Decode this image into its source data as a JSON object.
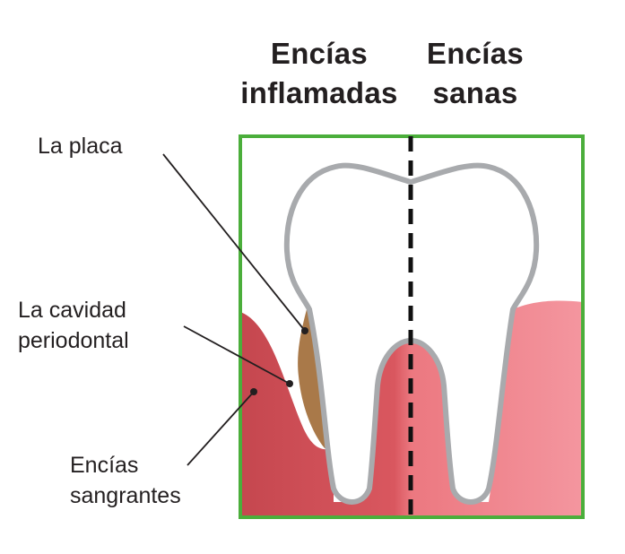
{
  "headers": {
    "inflamed": {
      "line1": "Encías",
      "line2": "inflamadas"
    },
    "healthy": {
      "line1": "Encías",
      "line2": "sanas"
    }
  },
  "labels": {
    "plaque": "La placa",
    "cavity": {
      "line1": "La cavidad",
      "line2": "periodontal"
    },
    "bleeding": {
      "line1": "Encías",
      "line2": "sangrantes"
    }
  },
  "colors": {
    "frame": "#4bae3b",
    "tooth_outline": "#a8aaad",
    "inflamed_gum": "#c94a52",
    "healthy_gum": "#f3939d",
    "plaque": "#a97949",
    "divider": "#111111"
  }
}
